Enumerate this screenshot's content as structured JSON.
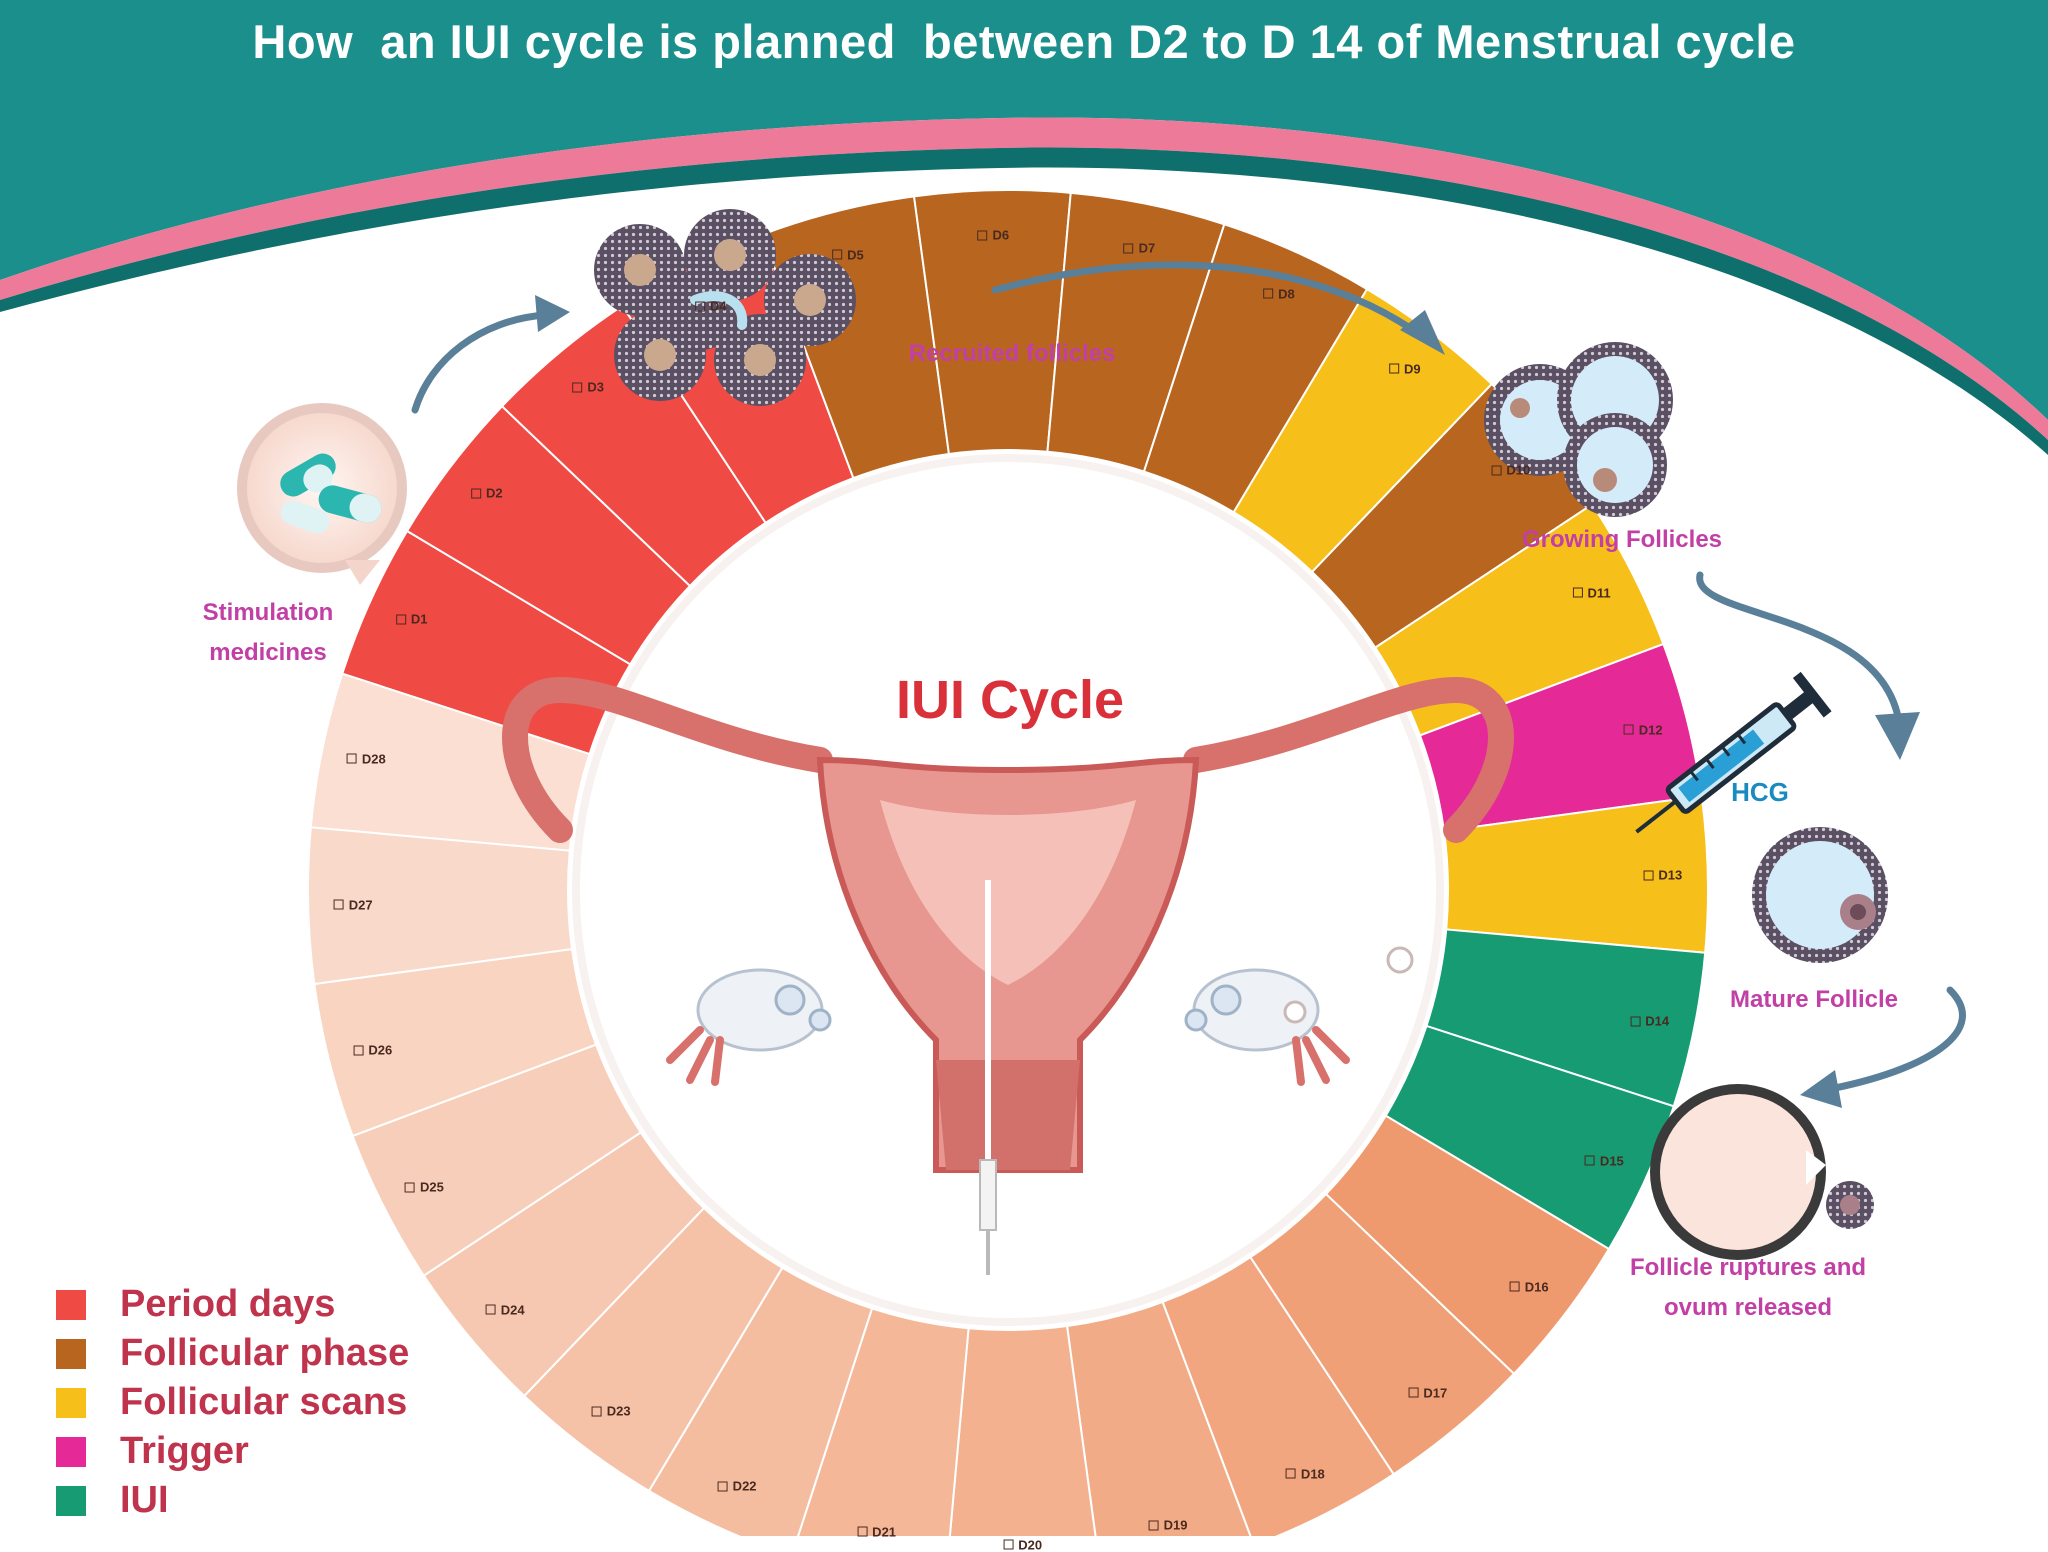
{
  "title": "How  an IUI cycle is planned  between D2 to D 14 of Menstrual cycle",
  "center_title": "IUI Cycle",
  "colors": {
    "period": "#f04a44",
    "follicular": "#b8651f",
    "scan": "#f6bf1a",
    "trigger": "#e52a98",
    "iui": "#169b73",
    "luteal_dark": "#ef9a6e",
    "luteal_light": "#fadfd2",
    "teal": "#1a8f8c",
    "pink": "#ee7a9a"
  },
  "days": [
    {
      "label": "D1",
      "phase": "period"
    },
    {
      "label": "D2",
      "phase": "period"
    },
    {
      "label": "D3",
      "phase": "period"
    },
    {
      "label": "D4",
      "phase": "period"
    },
    {
      "label": "D5",
      "phase": "follicular"
    },
    {
      "label": "D6",
      "phase": "follicular"
    },
    {
      "label": "D7",
      "phase": "follicular"
    },
    {
      "label": "D8",
      "phase": "follicular"
    },
    {
      "label": "D9",
      "phase": "scan"
    },
    {
      "label": "D10",
      "phase": "follicular"
    },
    {
      "label": "D11",
      "phase": "scan"
    },
    {
      "label": "D12",
      "phase": "trigger"
    },
    {
      "label": "D13",
      "phase": "scan"
    },
    {
      "label": "D14",
      "phase": "iui"
    },
    {
      "label": "D15",
      "phase": "iui"
    },
    {
      "label": "D16",
      "phase": "luteal"
    },
    {
      "label": "D17",
      "phase": "luteal"
    },
    {
      "label": "D18",
      "phase": "luteal"
    },
    {
      "label": "D19",
      "phase": "luteal"
    },
    {
      "label": "D20",
      "phase": "luteal"
    },
    {
      "label": "D21",
      "phase": "luteal"
    },
    {
      "label": "D22",
      "phase": "luteal"
    },
    {
      "label": "D23",
      "phase": "luteal"
    },
    {
      "label": "D24",
      "phase": "luteal"
    },
    {
      "label": "D25",
      "phase": "luteal"
    },
    {
      "label": "D26",
      "phase": "luteal"
    },
    {
      "label": "D27",
      "phase": "luteal"
    },
    {
      "label": "D28",
      "phase": "luteal"
    }
  ],
  "steps": {
    "stimulation": "Stimulation\nmedicines",
    "recruited": "Recruited follicles",
    "growing": "Growing Follicles",
    "hcg": "HCG",
    "mature": "Mature Follicle",
    "rupture": "Follicle ruptures and\novum released"
  },
  "legend": [
    {
      "label": "Period days",
      "color": "#f04a44"
    },
    {
      "label": "Follicular phase",
      "color": "#b8651f"
    },
    {
      "label": "Follicular scans",
      "color": "#f6bf1a"
    },
    {
      "label": "Trigger",
      "color": "#e52a98"
    },
    {
      "label": "IUI",
      "color": "#169b73"
    }
  ],
  "icons": [
    "pills-icon",
    "recruited-follicles-icon",
    "growing-follicles-icon",
    "syringe-icon",
    "mature-follicle-icon",
    "ruptured-follicle-icon",
    "uterus-illustration",
    "catheter-icon"
  ]
}
